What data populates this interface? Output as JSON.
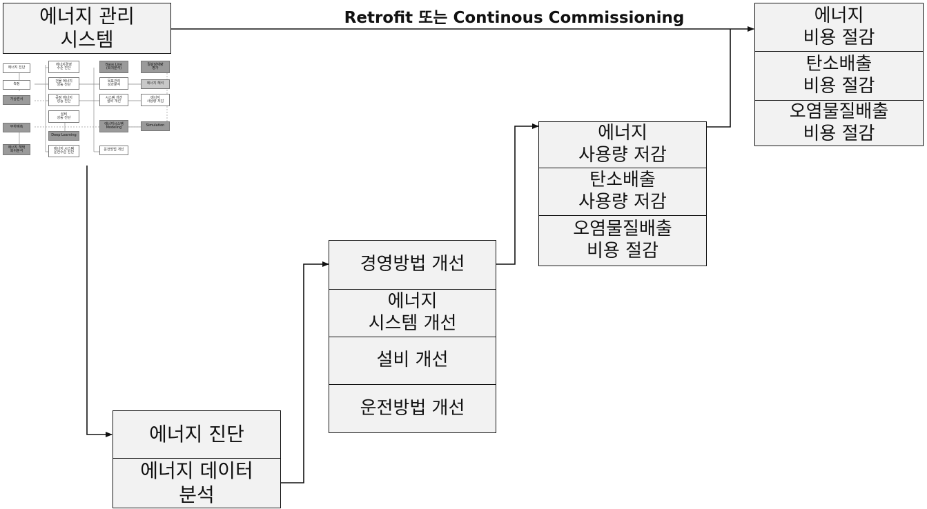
{
  "top_label": "Retrofit 또는 Continous Commissioning",
  "ems_title": "에너지 관리\n시스템",
  "diagnosis": {
    "title": "에너지 진단",
    "data_analysis": "에너지 데이터\n분석"
  },
  "improvements": [
    "경영방법 개선",
    "에너지\n시스템 개선",
    "설비 개선",
    "운전방법 개선"
  ],
  "reductions": [
    "에너지\n사용량 저감",
    "탄소배출\n사용량 저감",
    "오염물질배출\n비용 절감"
  ],
  "cost_savings": [
    "에너지\n비용 절감",
    "탄소배출\n비용 절감",
    "오염물질배출\n비용 절감"
  ],
  "thumbnail": {
    "left_col": [
      "에너지 진단",
      "측정",
      "가상센서",
      "부하예측",
      "에너지 해택\n회귀분석"
    ],
    "col2": [
      "에너지경영\n수준 진단",
      "건물 에너지\n성능 진단",
      "공정 에너지\n성능 진단",
      "설비\n성능 진단",
      "Deep Learning",
      "에너지 시스템\n운전수준 진단"
    ],
    "col3": [
      "Base Line\n(회귀분석)",
      "목표관리\n성과분석",
      "시스템 개선\n설비 개선",
      "에너지시스템\nModeling",
      "운전방법 개선"
    ],
    "col4": [
      "절감잠재량\n평가",
      "에너지 해석",
      "에너지\n사용량 저감",
      "Simulation"
    ]
  }
}
